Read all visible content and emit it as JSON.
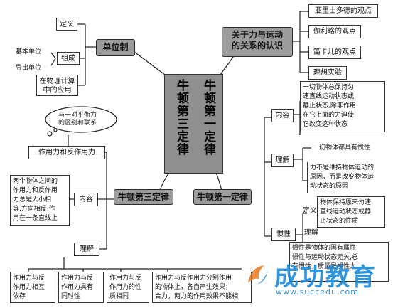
{
  "center": {
    "col1": "牛顿第一定律",
    "col2": "牛顿第三定律"
  },
  "units": {
    "title": "单位制",
    "definition": "定义",
    "composition": "组成",
    "basic_units": "基本单位",
    "derived_units": "导出单位",
    "application": "在物理计算\n中的应用"
  },
  "force_motion": {
    "title": "关于力与运动\n的关系的认识",
    "views": [
      "亚里士多德的观点",
      "伽利略的观点",
      "笛卡儿的观点",
      "理想实验"
    ]
  },
  "first_law": {
    "title": "牛顿第一定律",
    "content_label": "内容",
    "content_text": "一切物体总保持匀\n速直线运动状态或\n静止状态,除非作用\n在它上面的力迫使\n它改变这种状态",
    "understanding_label": "理解",
    "understanding_1": "一切物体都具有惯性",
    "understanding_2": "力不是维持物体运动的\n原因，而是改变物体运\n动状态的原因",
    "inertia_label": "惯性",
    "inertia_definition_label": "定义",
    "inertia_definition_text": "物体保持原来匀速\n直线运动状态或静\n止状态的性质",
    "inertia_understanding_label": "理解",
    "inertia_understanding_text": "惯性是物体的固有属性;\n惯性与运动状态无关,总\n有惯性，质量是惯性大"
  },
  "third_law": {
    "title": "牛顿第三定律",
    "cloud_text": "与一对平衡力\n的区别和联系",
    "action_reaction": "作用力和反作用力",
    "content_label": "内容",
    "content_text": "两个物体之间的\n作用力和反作用\n力总是大小相\n等,方向相反,作\n用在一条直线上",
    "understanding_label": "理解",
    "understanding_items": [
      "作用力与反\n作用力相互\n依存",
      "作用力与反\n作用力具有\n同时性",
      "作用力与反\n作用力的性\n质相同",
      "作用力与反作用力分别作用\n的物体上，各自产生效果，\n合力，两力的作用效果不能相"
    ]
  },
  "watermark": {
    "brand": "成功教育",
    "url": "www.succedu.com"
  }
}
